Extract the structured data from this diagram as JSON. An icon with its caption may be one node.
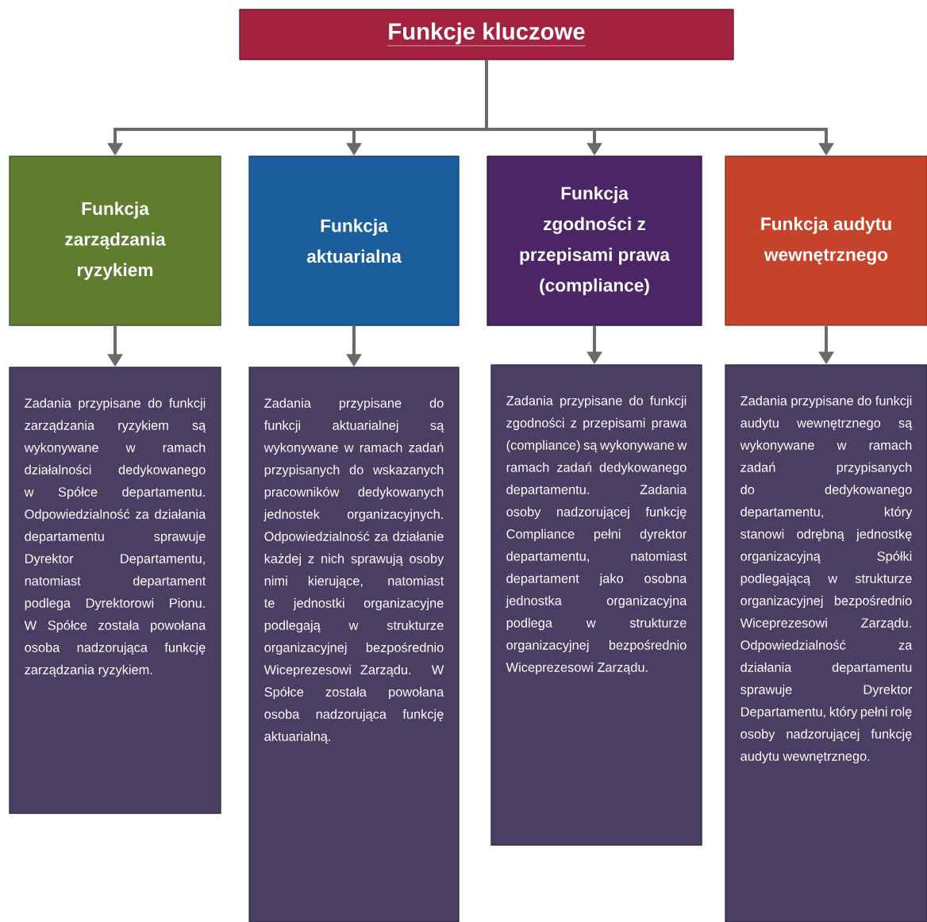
{
  "diagram": {
    "nodes": [
      {
        "text": [
          "Funkcje kluczowe"
        ]
      },
      {
        "text": [
          "Funkcja zarządzania ryzykiem"
        ]
      },
      {
        "text": [
          "Funkcja aktuarialna"
        ]
      },
      {
        "text": [
          "Funkcja zgodności z przepisami prawa (compliance)"
        ]
      },
      {
        "text": [
          "Funkcja audytu wewnętrznego"
        ]
      },
      {
        "text": [
          "Zadania przypisane do funkcji zarządzania ryzykiem są wykonywane w ramach działalności dedykowanego w Spółce departamentu. Odpowiedzialność za działania departamentu sprawuje Dyrektor Departamentu, natomiast departament podlega Dyrektorowi Pionu. W Spółce została powołana osoba nadzorująca funkcję zarządzania ryzykiem."
        ]
      },
      {
        "text": [
          "Zadania przypisane do funkcji aktuarialnej są wykonywane w ramach zadań przypisanych do wskazanych pracowników dedykowanych jednostek organizacyjnych. Odpowiedzialność za działanie każdej z nich sprawują osoby nimi kierujące, natomiast te jednostki organizacyjne podlegają w strukturze organizacyjnej bezpośrednio Wiceprezesowi Zarządu. W Spółce została powołana osoba nadzorująca funkcję aktuarialną."
        ]
      },
      {
        "text": [
          "Zadania przypisane do funkcji zgodności z przepisami prawa (compliance) są wykonywane w ramach zadań dedykowanego departamentu. Zadania osoby nadzorującej funkcję Compliance pełni dyrektor departamentu, natomiast departament jako osobna jednostka organizacyjna podlega w strukturze organizacyjnej bezpośrednio Wiceprezesowi Zarządu."
        ]
      },
      {
        "text": [
          "Zadania przypisane do funkcji audytu wewnętrznego są wykonywane w ramach zadań przypisanych do dedykowanego departamentu, który stanowi odrębną jednostkę organizacyjną Spółki podlegającą w strukturze organizacyjnej bezpośrednio Wiceprezesowi Zarządu. Odpowiedzialność za działania departamentu sprawuje Dyrektor Departamentu, który pełni rolę osoby nadzorującej funkcję audytu wewnętrznego."
        ]
      }
    ],
    "edges": [
      {
        "from": 0,
        "to": 1,
        "arrow": "to"
      },
      {
        "from": 0,
        "to": 2,
        "arrow": "to"
      },
      {
        "from": 0,
        "to": 3,
        "arrow": "to"
      },
      {
        "from": 0,
        "to": 4,
        "arrow": "to"
      },
      {
        "from": 1,
        "to": 5,
        "arrow": "to"
      },
      {
        "from": 2,
        "to": 6,
        "arrow": "to"
      },
      {
        "from": 3,
        "to": 7,
        "arrow": "to"
      },
      {
        "from": 4,
        "to": 8,
        "arrow": "to"
      }
    ]
  }
}
